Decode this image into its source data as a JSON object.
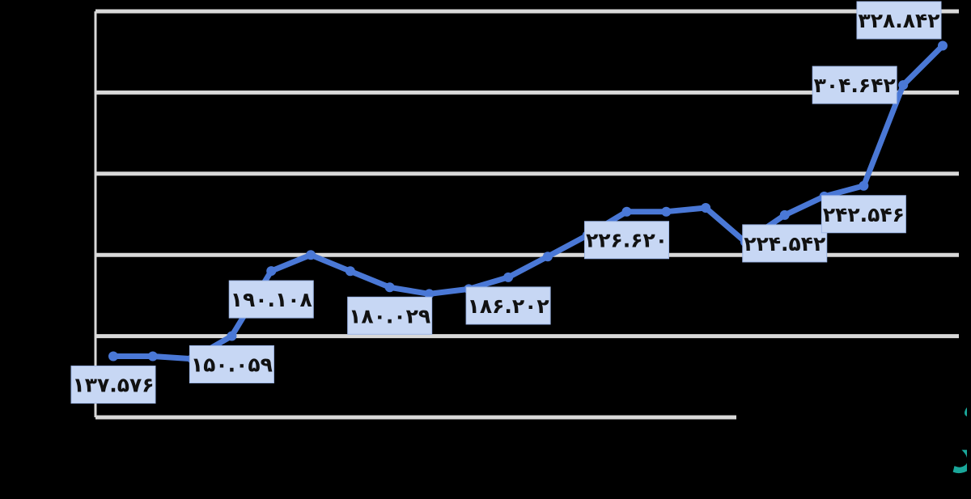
{
  "chart_data": {
    "type": "line",
    "title": "",
    "xlabel": "",
    "ylabel": "",
    "ylim": [
      100000,
      350000
    ],
    "grid": true,
    "legend": "none",
    "series_color": "#4a78d6",
    "label_bg_color": "#c7d7f4",
    "points": [
      {
        "x": 1,
        "y": 137576,
        "label": "۱۳۷.۵۷۶"
      },
      {
        "x": 2,
        "y": 137576,
        "label": ""
      },
      {
        "x": 3,
        "y": 136000,
        "label": ""
      },
      {
        "x": 4,
        "y": 150059,
        "label": "۱۵۰.۰۵۹"
      },
      {
        "x": 5,
        "y": 190108,
        "label": "۱۹۰.۱۰۸"
      },
      {
        "x": 6,
        "y": 200000,
        "label": ""
      },
      {
        "x": 7,
        "y": 190000,
        "label": ""
      },
      {
        "x": 8,
        "y": 180029,
        "label": "۱۸۰.۰۲۹"
      },
      {
        "x": 9,
        "y": 176000,
        "label": ""
      },
      {
        "x": 10,
        "y": 179000,
        "label": ""
      },
      {
        "x": 11,
        "y": 186202,
        "label": "۱۸۶.۲۰۲"
      },
      {
        "x": 12,
        "y": 199000,
        "label": ""
      },
      {
        "x": 13,
        "y": 212000,
        "label": ""
      },
      {
        "x": 14,
        "y": 226620,
        "label": "۲۲۶.۶۲۰"
      },
      {
        "x": 15,
        "y": 226620,
        "label": ""
      },
      {
        "x": 16,
        "y": 229000,
        "label": ""
      },
      {
        "x": 17,
        "y": 208000,
        "label": ""
      },
      {
        "x": 18,
        "y": 224542,
        "label": "۲۲۴.۵۴۲"
      },
      {
        "x": 19,
        "y": 236000,
        "label": ""
      },
      {
        "x": 20,
        "y": 242546,
        "label": "۲۴۲.۵۴۶"
      },
      {
        "x": 21,
        "y": 304642,
        "label": "۳۰۴.۶۴۲"
      },
      {
        "x": 22,
        "y": 328842,
        "label": "۳۲۸.۸۴۲"
      }
    ]
  },
  "watermark": {
    "line1": "صفحه",
    "line2": "اقتصاد",
    "color": "#1aa79a"
  }
}
